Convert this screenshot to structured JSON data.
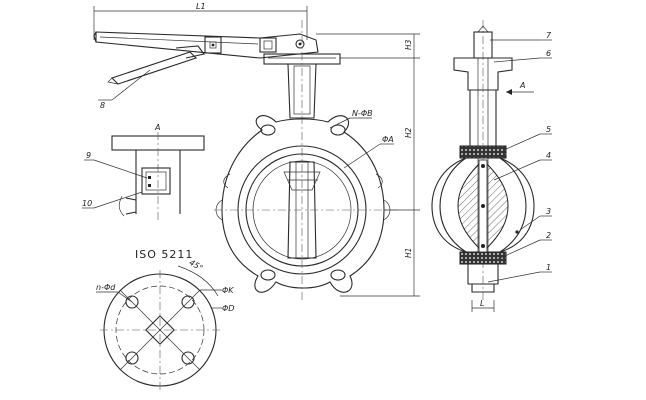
{
  "standard": "ISO 5211",
  "section_mark": "A",
  "section_mark_side": "A",
  "dimensions": {
    "l1": "L1",
    "h3": "H3",
    "h2": "H2",
    "h1": "H1",
    "l": "L",
    "n_b": "N-ΦB",
    "phi_a": "ΦA",
    "n_d": "n-Φd",
    "phi_k": "ΦK",
    "phi_d": "ΦD"
  },
  "parts": [
    "1",
    "2",
    "3",
    "4",
    "5",
    "6",
    "7",
    "8",
    "9",
    "10"
  ],
  "colors": {
    "line": "#222222",
    "hatch": "#444444",
    "seal": "#333333"
  }
}
